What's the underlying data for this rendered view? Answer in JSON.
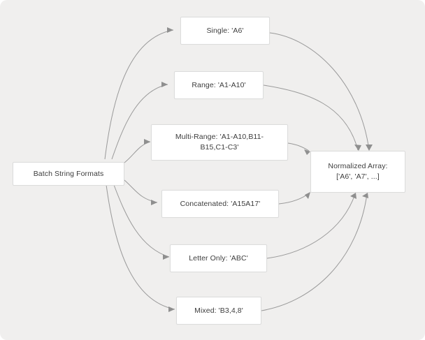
{
  "diagram": {
    "type": "flowchart",
    "background_color": "#f0efee",
    "node_fill": "#ffffff",
    "node_border": "#dcdcdc",
    "edge_color": "#9a9a9a",
    "text_color": "#3c3c3c",
    "source": {
      "id": "batch-string-formats",
      "label": "Batch String Formats"
    },
    "target": {
      "id": "normalized-array",
      "label": "Normalized Array:\n['A6', 'A7', ...]"
    },
    "formats": [
      {
        "id": "single",
        "label": "Single: 'A6'"
      },
      {
        "id": "range",
        "label": "Range: 'A1-A10'"
      },
      {
        "id": "multi-range",
        "label": "Multi-Range: 'A1-A10,B11-\nB15,C1-C3'"
      },
      {
        "id": "concatenated",
        "label": "Concatenated: 'A15A17'"
      },
      {
        "id": "letter-only",
        "label": "Letter Only: 'ABC'"
      },
      {
        "id": "mixed",
        "label": "Mixed: 'B3,4,8'"
      }
    ],
    "edges": [
      {
        "from": "batch-string-formats",
        "to": "single"
      },
      {
        "from": "batch-string-formats",
        "to": "range"
      },
      {
        "from": "batch-string-formats",
        "to": "multi-range"
      },
      {
        "from": "batch-string-formats",
        "to": "concatenated"
      },
      {
        "from": "batch-string-formats",
        "to": "letter-only"
      },
      {
        "from": "batch-string-formats",
        "to": "mixed"
      },
      {
        "from": "single",
        "to": "normalized-array"
      },
      {
        "from": "range",
        "to": "normalized-array"
      },
      {
        "from": "multi-range",
        "to": "normalized-array"
      },
      {
        "from": "concatenated",
        "to": "normalized-array"
      },
      {
        "from": "letter-only",
        "to": "normalized-array"
      },
      {
        "from": "mixed",
        "to": "normalized-array"
      }
    ]
  }
}
